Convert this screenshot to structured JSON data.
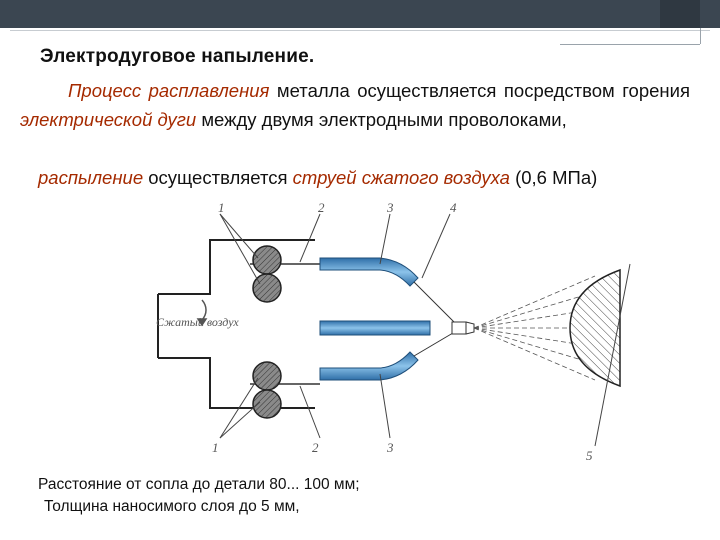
{
  "title": "Электродуговое напыление.",
  "paragraph1": {
    "part1": "Процесс расплавления",
    "part2": " металла осуществляется посредством горения ",
    "part3": "электрической дуги",
    "part4": " между двумя электродными проволоками,"
  },
  "paragraph2": {
    "part1": "распыление",
    "part2": " осуществляется ",
    "part3": "струей сжатого воздуха",
    "part4": " (0,6 МПа)"
  },
  "diagram": {
    "air_label": "Сжатый воздух",
    "labels": {
      "top_1": "1",
      "top_2": "2",
      "top_3": "3",
      "top_4": "4",
      "bottom_1": "1",
      "bottom_2": "2",
      "bottom_3": "3",
      "bottom_5": "5"
    }
  },
  "footer": {
    "line1": "Расстояние от сопла до детали 80... 100 мм;",
    "line2": "Толщина наносимого слоя до 5 мм,"
  },
  "colors": {
    "header_bar": "#3b4651",
    "accent_text": "#a52a00",
    "electrode_blue": "#4a90c8",
    "roller_fill": "#7f7f7f"
  }
}
